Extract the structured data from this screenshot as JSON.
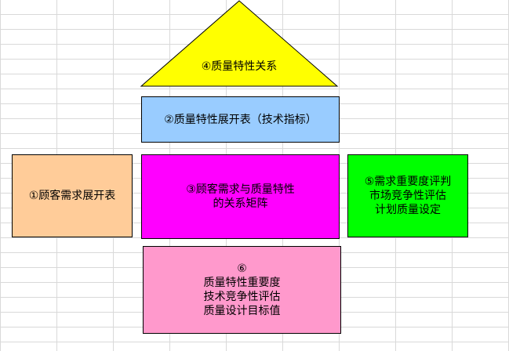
{
  "diagram": {
    "roof": {
      "label": "④质量特性关系",
      "fill": "#ffff00"
    },
    "spec": {
      "label": "②质量特性展开表（技术指标）",
      "fill": "#99ccff"
    },
    "customer": {
      "label": "①顾客需求展开表",
      "fill": "#ffcc99"
    },
    "matrix": {
      "lines": [
        "③顾客需求与质量特性",
        "的关系矩阵"
      ],
      "fill": "#ff00ff"
    },
    "eval": {
      "lines": [
        "⑤需求重要度评判",
        "市场竞争性评估",
        "计划质量设定"
      ],
      "fill": "#00ff00"
    },
    "base": {
      "lines": [
        "⑥",
        "质量特性重要度",
        "技术竞争性评估",
        "质量设计目标值"
      ],
      "fill": "#ff99cc"
    }
  }
}
